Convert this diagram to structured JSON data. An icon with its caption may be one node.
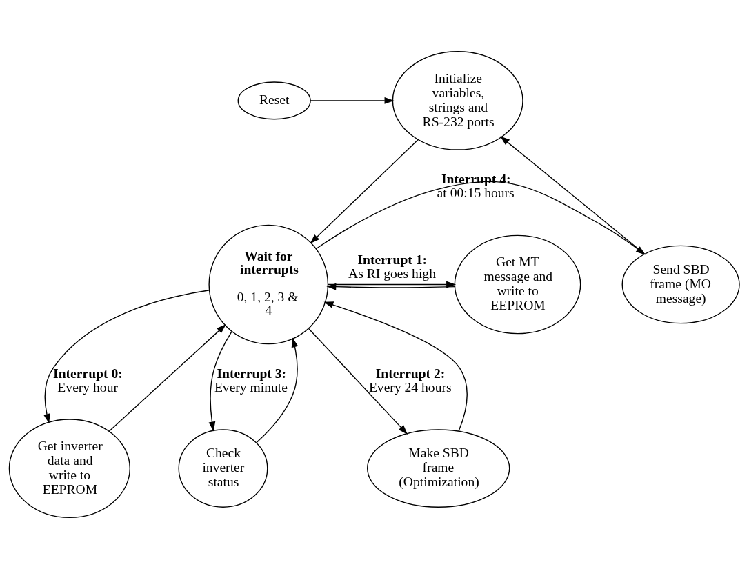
{
  "diagram": {
    "nodes": [
      {
        "text": [
          "Reset"
        ]
      },
      {
        "text": [
          "Initialize variables, strings and RS-232 ports"
        ]
      },
      {
        "text": [
          "Send SBD frame (MO message)"
        ]
      },
      {
        "text": [
          "Get inverter data and write to EEPROM"
        ]
      },
      {
        "text": [
          "Wait for interrupts",
          "0, 1, 2, 3 & 4"
        ]
      },
      {
        "text": [
          "Get MT message and write to EEPROM"
        ]
      },
      {
        "text": [
          "Check inverter status"
        ]
      },
      {
        "text": [
          "Make SBD frame (Optimization)"
        ]
      }
    ],
    "edges": [
      {
        "from": 0,
        "to": 1,
        "arrow": "to"
      },
      {
        "from": 2,
        "to": 1,
        "arrow": "to"
      },
      {
        "from": 1,
        "to": 4,
        "arrow": "to"
      },
      {
        "from": 4,
        "to": 3,
        "arrow": "to",
        "label": "**Interrupt 0:** Every hour"
      },
      {
        "from": 3,
        "to": 4,
        "arrow": "to"
      },
      {
        "from": 4,
        "to": 2,
        "arrow": "to",
        "label": "**Interrupt 4:** at 00:15 hours"
      },
      {
        "from": 4,
        "to": 5,
        "arrow": "to",
        "label": "**Interrupt 1:** As RI goes high"
      },
      {
        "from": 5,
        "to": 4,
        "arrow": "to"
      },
      {
        "from": 4,
        "to": 6,
        "arrow": "to",
        "label": "**Interrupt 3:** Every minute"
      },
      {
        "from": 6,
        "to": 4,
        "arrow": "to"
      },
      {
        "from": 4,
        "to": 7,
        "arrow": "to",
        "label": "**Interrupt 2:** Every 24 hours"
      },
      {
        "from": 7,
        "to": 4,
        "arrow": "to"
      }
    ]
  }
}
